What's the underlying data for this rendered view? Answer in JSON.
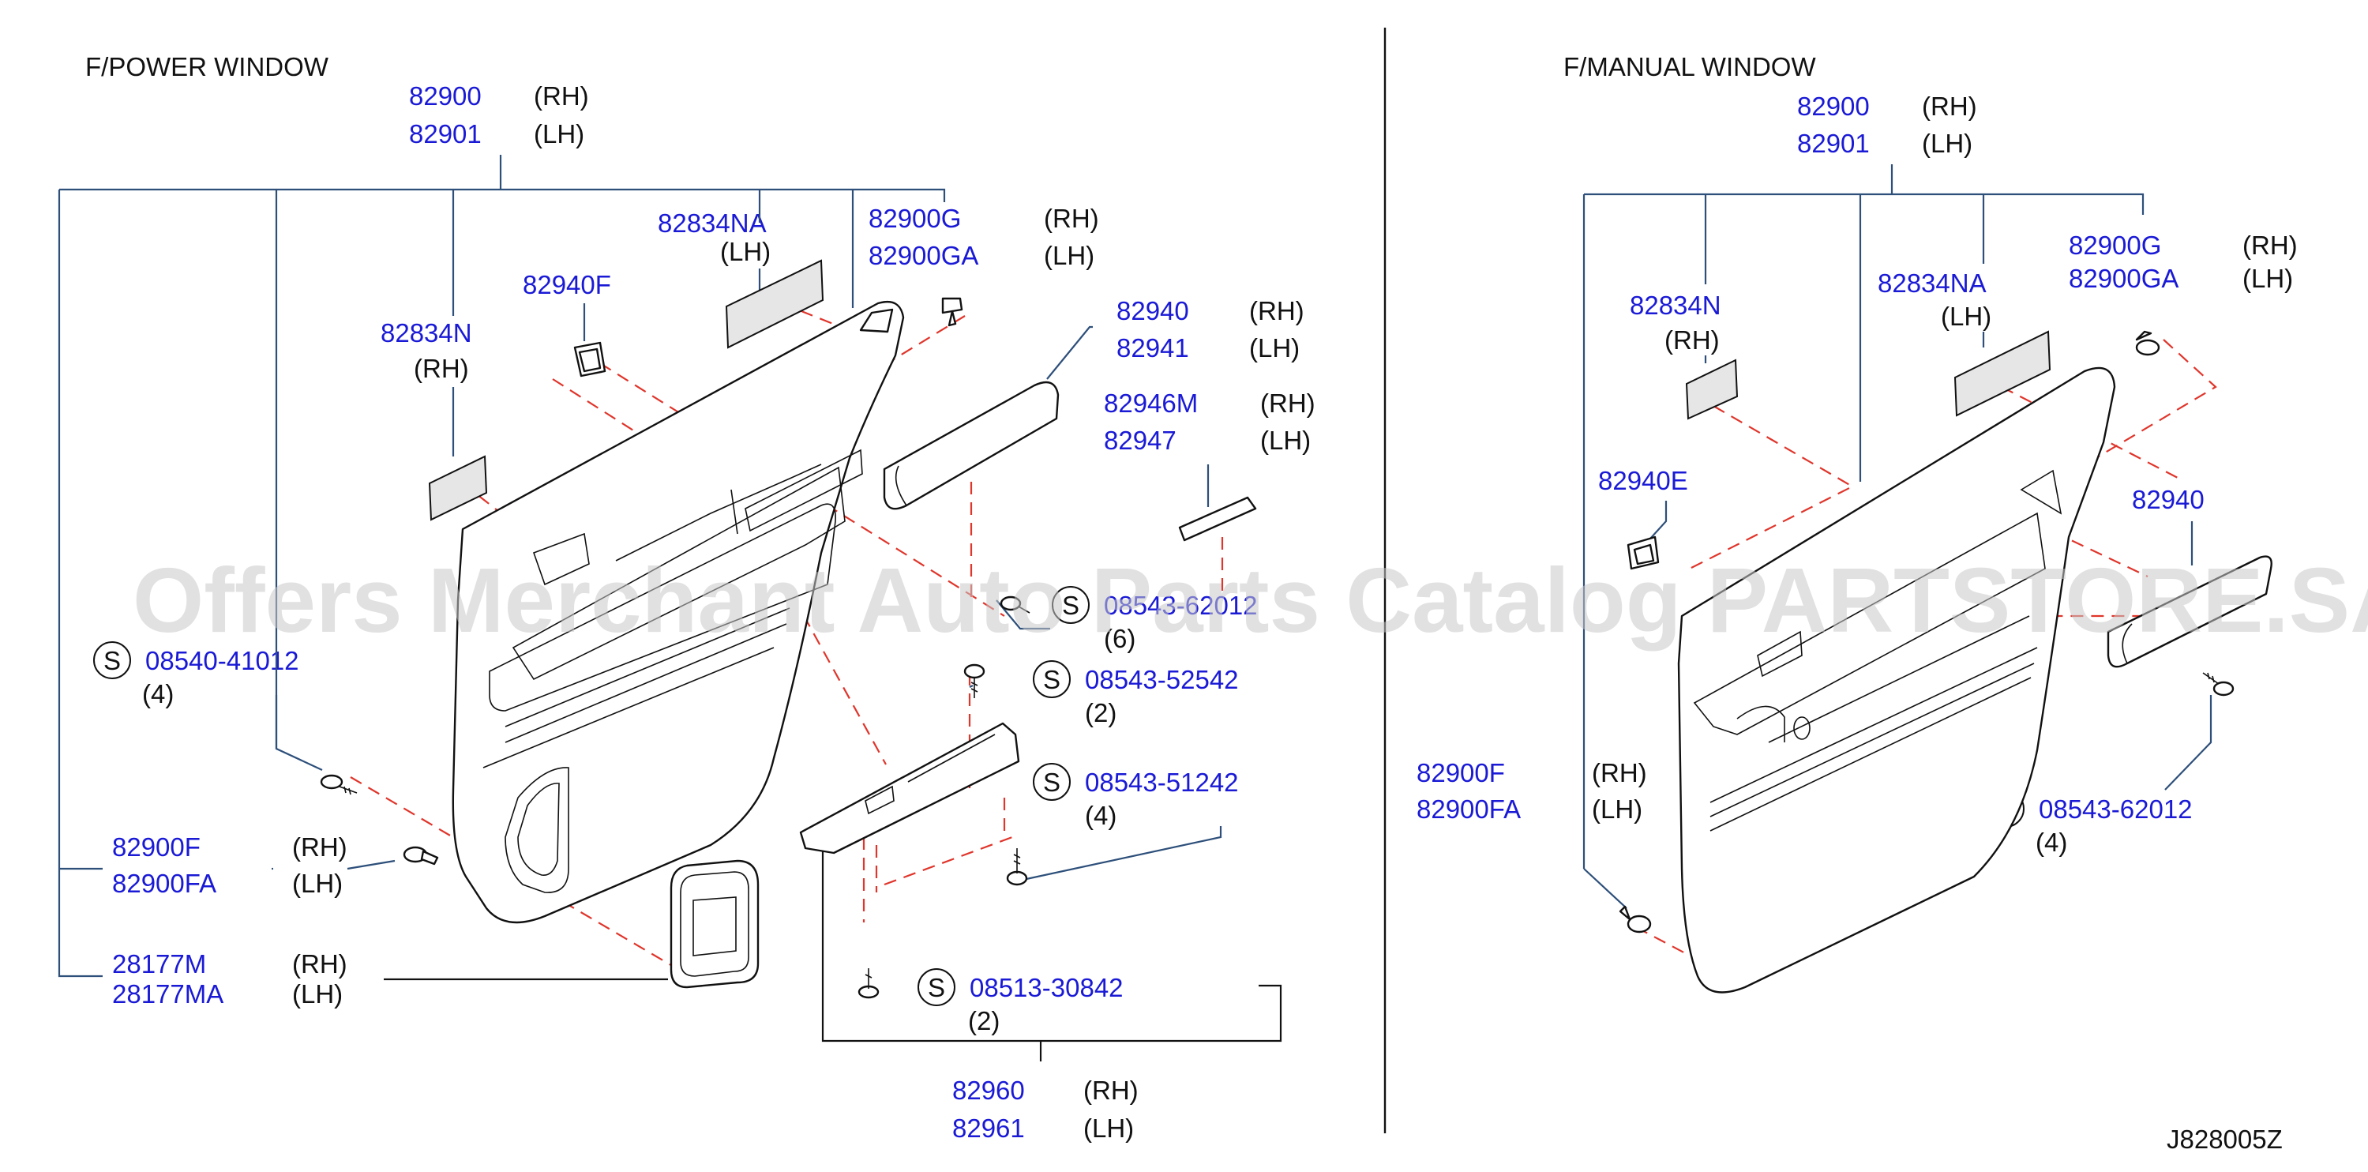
{
  "headings": {
    "power": "F/POWER   WINDOW",
    "manual": "F/MANUAL   WINDOW"
  },
  "watermark": "Offers Merchant Auto Parts Catalog PARTSTORE.SA",
  "diagram_code": "J828005Z",
  "colors": {
    "part_number": "#1a1ad6",
    "leader_line": "#2d4f7a",
    "dashed_line": "#e0352b",
    "watermark": "#c8c8c8"
  },
  "parts": {
    "p_82900": "82900",
    "p_82900_s": "(RH)",
    "p_82901": "82901",
    "p_82901_s": "(LH)",
    "p_82834NA": "82834NA",
    "p_82834NA_s": "(LH)",
    "p_82900G": "82900G",
    "p_82900G_s": "(RH)",
    "p_82900GA": "82900GA",
    "p_82900GA_s": "(LH)",
    "p_82940F": "82940F",
    "p_82834N": "82834N",
    "p_82834N_s": "(RH)",
    "p_82940": "82940",
    "p_82940_s": "(RH)",
    "p_82941": "82941",
    "p_82941_s": "(LH)",
    "p_82946M": "82946M",
    "p_82946M_s": "(RH)",
    "p_82947": "82947",
    "p_82947_s": "(LH)",
    "s_08540": "08540-41012",
    "s_08540_q": "(4)",
    "s_08543_62012": "08543-62012",
    "s_08543_62012_q": "(6)",
    "s_08543_52542": "08543-52542",
    "s_08543_52542_q": "(2)",
    "s_08543_51242": "08543-51242",
    "s_08543_51242_q": "(4)",
    "p_82900F": "82900F",
    "p_82900F_s": "(RH)",
    "p_82900FA": "82900FA",
    "p_82900FA_s": "(LH)",
    "p_28177M": "28177M",
    "p_28177M_s": "(RH)",
    "p_28177MA": "28177MA",
    "p_28177MA_s": "(LH)",
    "s_08513": "08513-30842",
    "s_08513_q": "(2)",
    "p_82960": "82960",
    "p_82960_s": "(RH)",
    "p_82961": "82961",
    "p_82961_s": "(LH)",
    "s_symbol": "S"
  },
  "manual_parts": {
    "p_82900": "82900",
    "p_82900_s": "(RH)",
    "p_82901": "82901",
    "p_82901_s": "(LH)",
    "p_82900G": "82900G",
    "p_82900G_s": "(RH)",
    "p_82900GA": "82900GA",
    "p_82900GA_s": "(LH)",
    "p_82834N": "82834N",
    "p_82834N_s": "(RH)",
    "p_82834NA": "82834NA",
    "p_82834NA_s": "(LH)",
    "p_82940E": "82940E",
    "p_82940": "82940",
    "p_82900F": "82900F",
    "p_82900F_s": "(RH)",
    "p_82900FA": "82900FA",
    "p_82900FA_s": "(LH)",
    "s_08543_62012": "08543-62012",
    "s_08543_62012_q": "(4)"
  }
}
